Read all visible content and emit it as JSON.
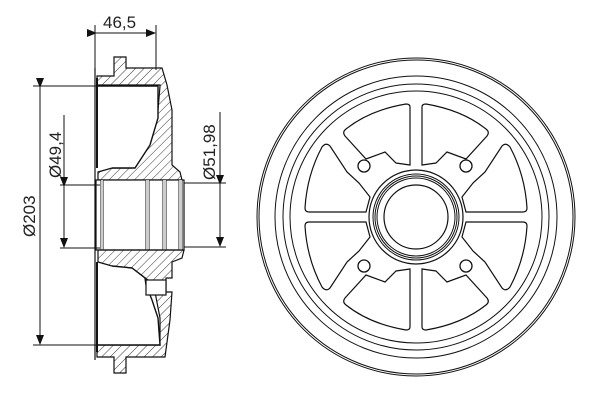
{
  "drawing": {
    "title": "Brake drum technical drawing",
    "views": [
      "section-view",
      "front-view"
    ],
    "dimensions": {
      "width": "46,5",
      "outer_diameter": "Ø203",
      "bore_diameter": "Ø49,4",
      "bearing_seat_diameter": "Ø51,98"
    },
    "front_view": {
      "bolt_holes": 4,
      "spokes": 6
    },
    "colors": {
      "line": "#111111",
      "background": "#ffffff",
      "text": "#222222"
    }
  }
}
